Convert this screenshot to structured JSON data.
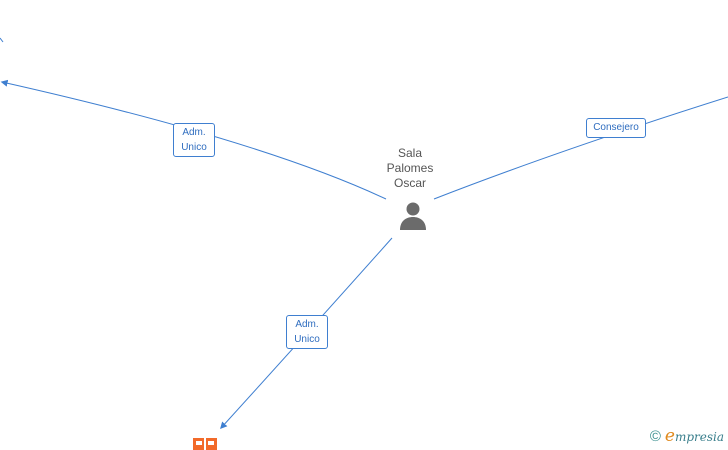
{
  "person": {
    "name_lines": [
      "Sala",
      "Palomes",
      "Oscar"
    ],
    "icon": "person-icon"
  },
  "edges": [
    {
      "label_lines": [
        "Adm.",
        "Unico"
      ],
      "target": "off-canvas-left"
    },
    {
      "label_lines": [
        "Consejero"
      ],
      "target": "off-canvas-right"
    },
    {
      "label_lines": [
        "Adm.",
        "Unico"
      ],
      "target": "company-node"
    }
  ],
  "company": {
    "icon": "company-building-icon"
  },
  "brand": {
    "copyright": "©",
    "initial": "e",
    "rest": "mpresia"
  },
  "colors": {
    "edge": "#3f7fd0",
    "label_text": "#2f6dbf",
    "person_text": "#555555",
    "person_icon": "#6b6b6b",
    "company": "#f26a2a",
    "brand_initial": "#e08a1e",
    "brand_text": "#3a7f8c"
  }
}
